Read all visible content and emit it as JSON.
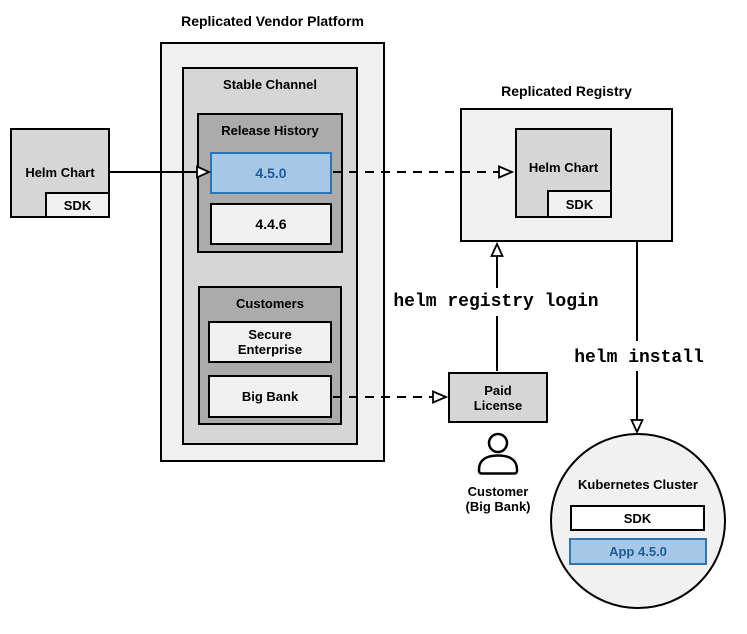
{
  "colors": {
    "panel_light": "#f1f1f1",
    "panel_mid": "#d6d6d6",
    "panel_dark": "#ababab",
    "highlight_fill": "#a7c7e7",
    "highlight_border": "#2e75b6",
    "highlight_text": "#1f5c97",
    "border": "#000000",
    "white": "#ffffff"
  },
  "vendor_platform": {
    "title": "Replicated Vendor Platform",
    "stable_channel": {
      "label": "Stable Channel",
      "release_history": {
        "label": "Release History",
        "releases": [
          {
            "version": "4.5.0",
            "highlighted": true
          },
          {
            "version": "4.4.6",
            "highlighted": false
          }
        ]
      },
      "customers": {
        "label": "Customers",
        "items": [
          "Secure Enterprise",
          "Big Bank"
        ]
      }
    }
  },
  "helm_chart_source": {
    "label": "Helm Chart",
    "sdk": "SDK"
  },
  "registry": {
    "title": "Replicated Registry",
    "helm_chart": "Helm Chart",
    "sdk": "SDK"
  },
  "paid_license": {
    "label": "Paid License"
  },
  "customer": {
    "label": "Customer\n(Big Bank)"
  },
  "kubernetes_cluster": {
    "label": "Kubernetes Cluster",
    "sdk": "SDK",
    "app": "App 4.5.0"
  },
  "commands": {
    "registry_login": "helm registry login",
    "install": "helm install"
  }
}
